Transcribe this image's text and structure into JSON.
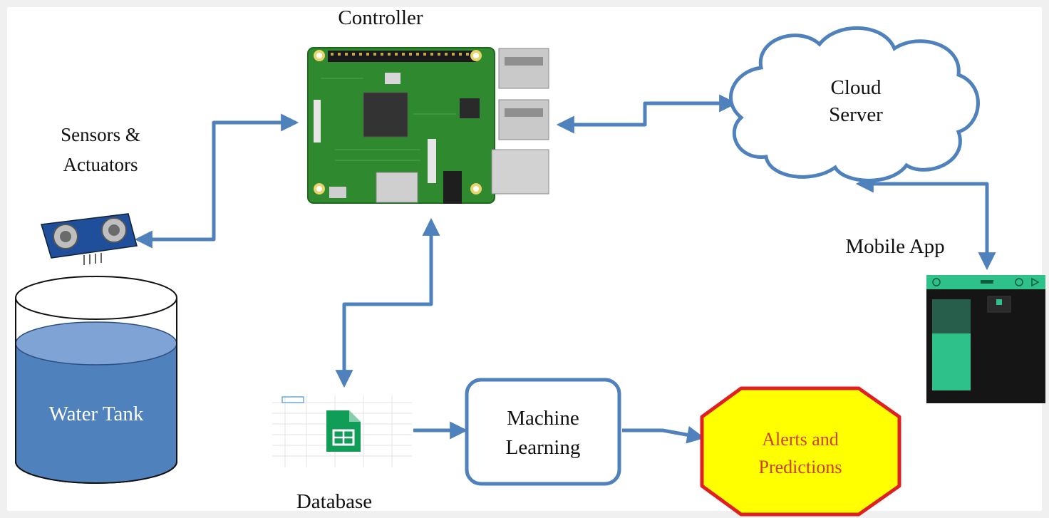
{
  "labels": {
    "controller": "Controller",
    "sensors_line1": "Sensors &",
    "sensors_line2": "Actuators",
    "cloud_line1": "Cloud",
    "cloud_line2": "Server",
    "mobile_app": "Mobile App",
    "water_tank": "Water Tank",
    "database": "Database",
    "ml_line1": "Machine",
    "ml_line2": "Learning",
    "alerts_line1": "Alerts and",
    "alerts_line2": "Predictions"
  },
  "colors": {
    "arrow": "#4f81bd",
    "tank_water": "#4f81bd",
    "board_green": "#2f8a2f",
    "alert_fill": "#ffff00",
    "alert_stroke": "#e02020",
    "alert_text": "#d04010",
    "app_green": "#2ec28a"
  },
  "icons": [
    "raspberry-pi-board",
    "ultrasonic-sensor",
    "cloud-shape",
    "spreadsheet-icon",
    "mobile-app-screen"
  ]
}
